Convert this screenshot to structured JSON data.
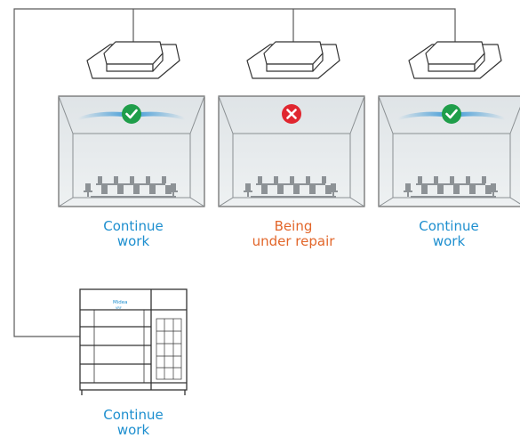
{
  "colors": {
    "ok": "#1f9e4a",
    "fault": "#e0262f",
    "text_ok": "#1e8fcf",
    "text_fault": "#e2662a",
    "line": "#5a5a5a",
    "room_fill": "#e4e8ea",
    "airflow": "#4a9fd8"
  },
  "indoor_units": [
    {
      "status": "ok",
      "status_icon": "check-circle-icon",
      "label_line1": "Continue",
      "label_line2": "work"
    },
    {
      "status": "fault",
      "status_icon": "cross-circle-icon",
      "label_line1": "Being",
      "label_line2": "under repair"
    },
    {
      "status": "ok",
      "status_icon": "check-circle-icon",
      "label_line1": "Continue",
      "label_line2": "work"
    }
  ],
  "outdoor_unit": {
    "brand": "Midea",
    "model": "VRF",
    "label_line1": "Continue",
    "label_line2": "work"
  }
}
